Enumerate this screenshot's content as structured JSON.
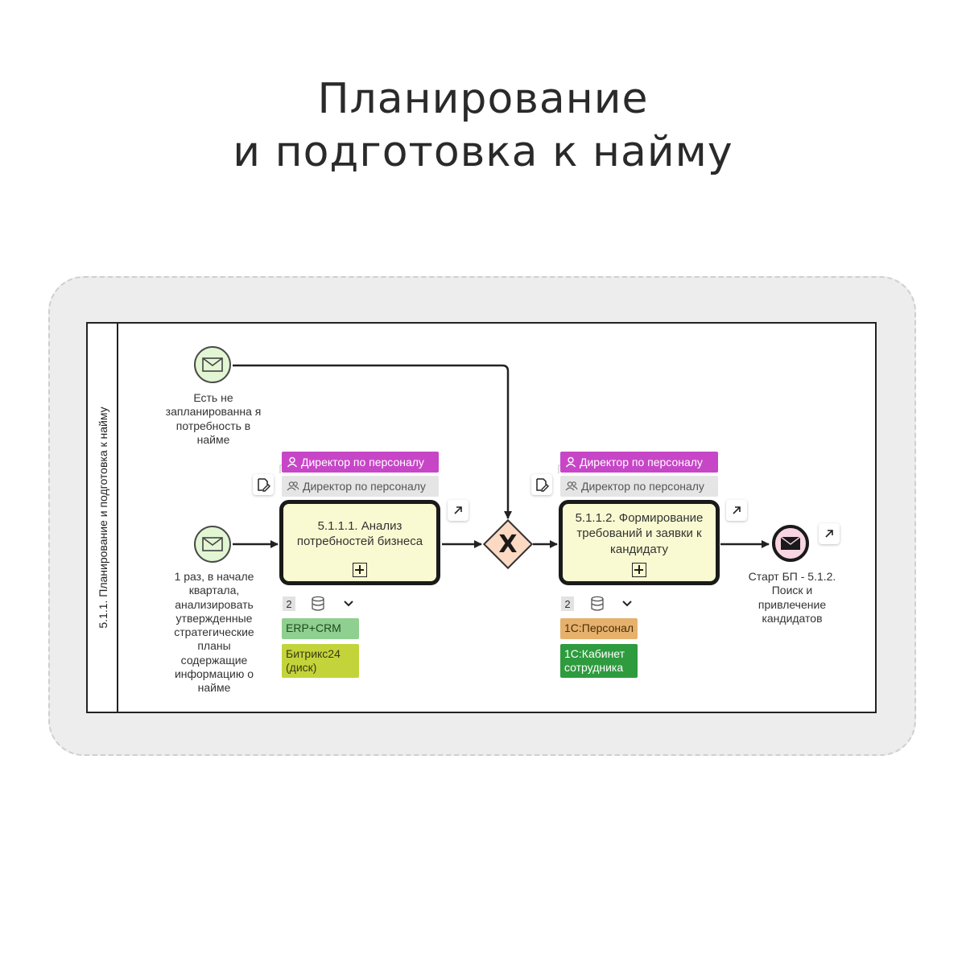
{
  "heading": {
    "line1": "Планирование",
    "line2": "и подготовка к найму"
  },
  "lane": {
    "label": "5.1.1. Планирование и подготовка к найму"
  },
  "events": {
    "start_top": {
      "text": "Есть не запланированна я потребность в найме",
      "icon": "envelope-icon"
    },
    "start_main": {
      "text": "1 раз, в начале квартала, анализировать утвержденные стратегические планы содержащие информацию о найме",
      "icon": "envelope-icon"
    },
    "end": {
      "text": "Старт БП - 5.1.2. Поиск и привлечение кандидатов",
      "icon": "envelope-filled-icon"
    }
  },
  "tasks": [
    {
      "title": "5.1.1.1. Анализ потребностей бизнеса",
      "role_main": "Директор по персоналу",
      "role_sub": "Директор по персоналу",
      "system_count": "2",
      "systems": [
        "ERP+CRM",
        "Битрикс24 (диск)"
      ]
    },
    {
      "title": "5.1.1.2. Формирование требований и заявки к кандидату",
      "role_main": "Директор по персоналу",
      "role_sub": "Директор по персоналу",
      "system_count": "2",
      "systems": [
        "1С:Персонал",
        "1С:Кабинет сотрудника"
      ]
    }
  ],
  "gateway": {
    "symbol": "X",
    "type": "exclusive"
  },
  "colors": {
    "start_event_fill": "#e2f6d3",
    "end_event_fill": "#f8d5e2",
    "task_fill": "#fafad2",
    "gateway_fill": "#fbd9c3",
    "role_main": "#c746c7",
    "role_sub": "#e5e5e5",
    "sys_erp": "#8fcf8f",
    "sys_bitrix": "#c2d43a",
    "sys_1c_personal": "#e6b16c",
    "sys_1c_cabinet": "#2e9b3e"
  }
}
